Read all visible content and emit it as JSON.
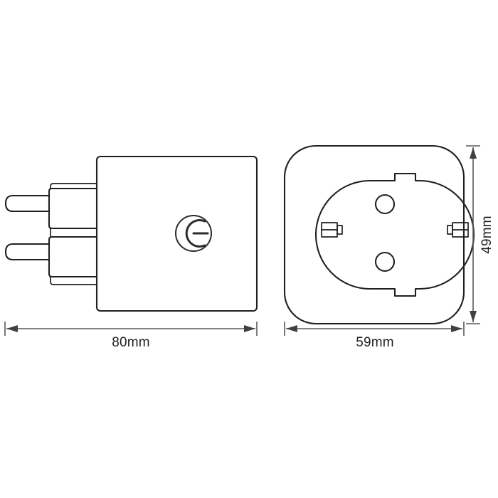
{
  "drawing": {
    "title": "Smart plug dimensional drawing",
    "background_color": "#ffffff",
    "line_color": "#231f20",
    "dimension_color": "#58595b",
    "views": [
      {
        "id": "side-view",
        "name": "Side view with plug pins",
        "dimension": {
          "label": "80mm",
          "value": 80,
          "unit": "mm",
          "orientation": "horizontal"
        }
      },
      {
        "id": "front-view",
        "name": "Front view with Schuko socket",
        "dimension_width": {
          "label": "59mm",
          "value": 59,
          "unit": "mm",
          "orientation": "horizontal"
        },
        "dimension_height": {
          "label": "49mm",
          "value": 49,
          "unit": "mm",
          "orientation": "vertical"
        }
      }
    ],
    "labels": {
      "width_side": "80mm",
      "width_front": "59mm",
      "height_front": "49mm"
    },
    "logo": {
      "name": "power-button-logo",
      "description": "Circular brand mark with C shape and horizontal bar"
    },
    "socket": {
      "name": "schuko-socket",
      "pin_holes": 2,
      "earth_contacts": 2,
      "notches": 2
    },
    "plug": {
      "name": "euro-plug-pins",
      "pin_count": 2
    }
  }
}
